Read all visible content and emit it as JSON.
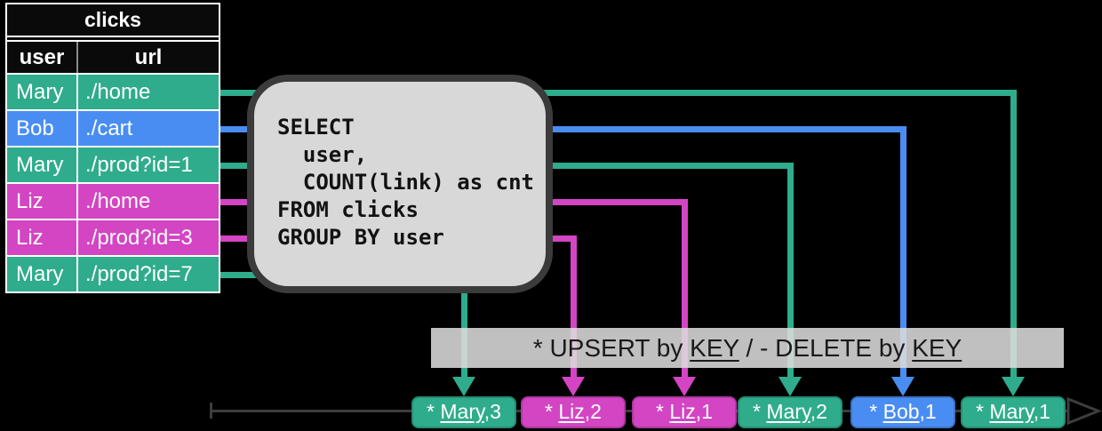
{
  "colors": {
    "teal": "#2FAC8C",
    "blue": "#4A8DF2",
    "magenta": "#D345C3",
    "sql_box_fill": "#D8D8D8",
    "sql_box_border": "#3B3B3B",
    "bar_fill": "#DDDDDD",
    "background": "#000000"
  },
  "table": {
    "title": "clicks",
    "columns": [
      "user",
      "url"
    ],
    "rows": [
      {
        "user": "Mary",
        "url": "./home",
        "color": "teal"
      },
      {
        "user": "Bob",
        "url": "./cart",
        "color": "blue"
      },
      {
        "user": "Mary",
        "url": "./prod?id=1",
        "color": "teal"
      },
      {
        "user": "Liz",
        "url": "./home",
        "color": "magenta"
      },
      {
        "user": "Liz",
        "url": "./prod?id=3",
        "color": "magenta"
      },
      {
        "user": "Mary",
        "url": "./prod?id=7",
        "color": "teal"
      }
    ]
  },
  "sql": {
    "text": "SELECT\n  user,\n  COUNT(link) as cnt\nFROM clicks\nGROUP BY user"
  },
  "upsert_bar": {
    "parts": [
      {
        "text": "* UPSERT by ",
        "underline": false
      },
      {
        "text": "KEY",
        "underline": true
      },
      {
        "text": " / - DELETE by ",
        "underline": false
      },
      {
        "text": "KEY",
        "underline": true
      }
    ]
  },
  "stream": {
    "items": [
      {
        "op": "* ",
        "key": "Mary",
        "suffix": ",3",
        "color": "teal"
      },
      {
        "op": "* ",
        "key": "Liz",
        "suffix": ",2",
        "color": "magenta"
      },
      {
        "op": "* ",
        "key": "Liz",
        "suffix": ",1",
        "color": "magenta"
      },
      {
        "op": "* ",
        "key": "Mary",
        "suffix": ",2",
        "color": "teal"
      },
      {
        "op": "* ",
        "key": "Bob",
        "suffix": ",1",
        "color": "blue"
      },
      {
        "op": "* ",
        "key": "Mary",
        "suffix": ",1",
        "color": "teal"
      }
    ]
  },
  "connectors": [
    {
      "from_row": 0,
      "to_item": 5,
      "color": "teal"
    },
    {
      "from_row": 1,
      "to_item": 4,
      "color": "blue"
    },
    {
      "from_row": 2,
      "to_item": 3,
      "color": "teal"
    },
    {
      "from_row": 3,
      "to_item": 2,
      "color": "magenta"
    },
    {
      "from_row": 4,
      "to_item": 1,
      "color": "magenta"
    },
    {
      "from_row": 5,
      "to_item": 0,
      "color": "teal"
    }
  ]
}
